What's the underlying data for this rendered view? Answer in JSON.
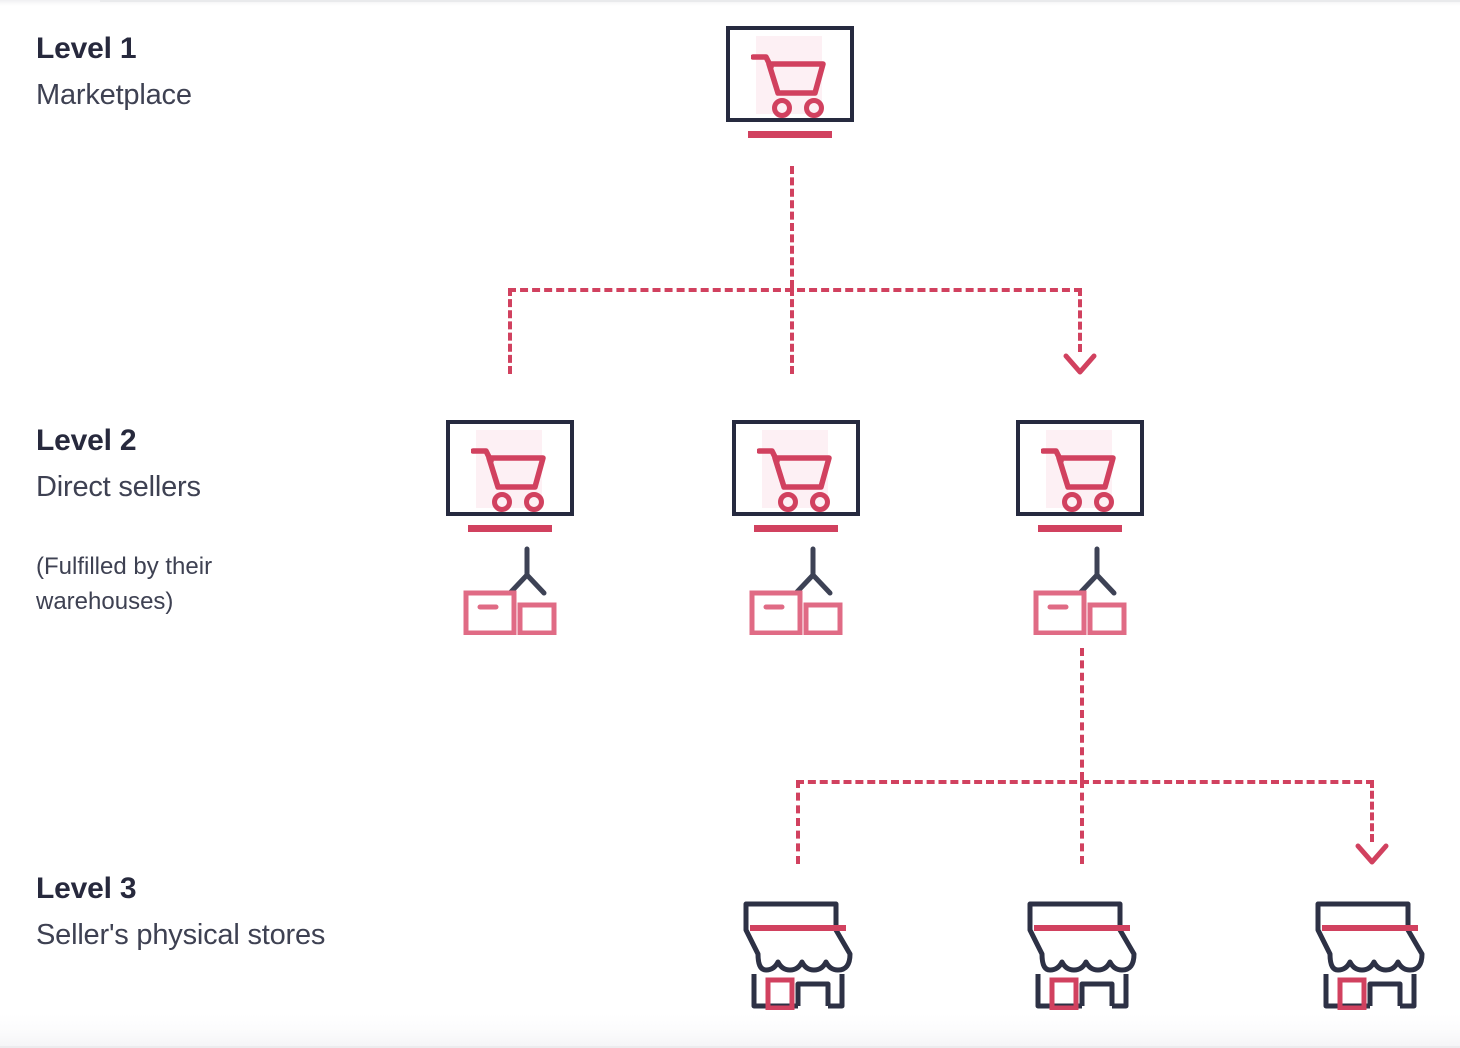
{
  "diagram": {
    "title_implicit": "Marketplace seller hierarchy",
    "background_color": "#ffffff",
    "accent_color": "#d1415f",
    "dark_color": "#262a3f",
    "tint_color": "#fdf0f4"
  },
  "levels": [
    {
      "id": "level-1",
      "title": "Level 1",
      "subtitle": "Marketplace",
      "note": "",
      "node_count": 1,
      "node_icon": "monitor-cart-icon"
    },
    {
      "id": "level-2",
      "title": "Level 2",
      "subtitle": "Direct sellers",
      "note": "(Fulfilled by their warehouses)",
      "node_count": 3,
      "node_icon": "monitor-cart-icon",
      "secondary_icon": "warehouse-icon"
    },
    {
      "id": "level-3",
      "title": "Level 3",
      "subtitle": "Seller's physical stores",
      "note": "",
      "node_count": 3,
      "node_icon": "storefront-icon"
    }
  ],
  "connectors": {
    "upper": {
      "from": "level-1-node",
      "to": [
        "level-2-node-1",
        "level-2-node-2",
        "level-2-node-3"
      ],
      "style": "dashed",
      "color": "#d1415f",
      "arrow_on": "right-branch"
    },
    "lower": {
      "from": "level-2-node-3",
      "to": [
        "level-3-node-1",
        "level-3-node-2",
        "level-3-node-3"
      ],
      "style": "dashed",
      "color": "#d1415f",
      "arrow_on": "right-branch"
    }
  },
  "icons": {
    "monitor": "monitor-cart-icon",
    "warehouse": "warehouse-icon",
    "store": "storefront-icon",
    "arrow": "arrow-down-icon"
  }
}
